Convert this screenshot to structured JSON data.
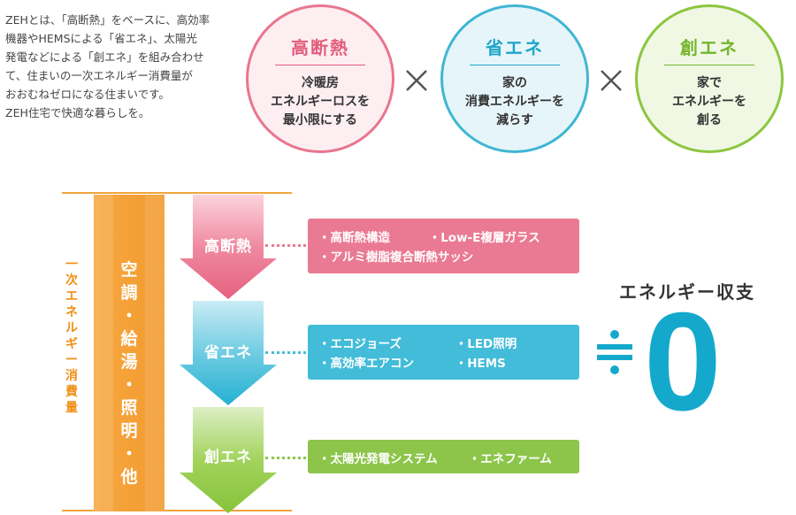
{
  "intro": {
    "lines": [
      "ZEHとは、「高断熱」をベースに、高効率",
      "機器やHEMSによる「省エネ」、太陽光",
      "発電などによる「創エネ」を組み合わせ",
      "て、住まいの一次エネルギー消費量が",
      "おおむねゼロになる住まいです。",
      "ZEH住宅で快適な暮らしを。"
    ]
  },
  "circles": [
    {
      "title": "高断熱",
      "desc": [
        "冷暖房",
        "エネルギーロスを",
        "最小限にする"
      ]
    },
    {
      "title": "省エネ",
      "desc": [
        "家の",
        "消費エネルギーを",
        "減らす"
      ]
    },
    {
      "title": "創エネ",
      "desc": [
        "家で",
        "エネルギーを",
        "創る"
      ]
    }
  ],
  "left_label": "一次エネルギー消費量",
  "left_label_chars": [
    "一",
    "次",
    "エ",
    "ネ",
    "ル",
    "ギ",
    "ー",
    "消",
    "費",
    "量"
  ],
  "orange_bar_lines": [
    "空",
    "調",
    "・",
    "給",
    "湯",
    "・",
    "照",
    "明",
    "・",
    "他"
  ],
  "arrows": [
    {
      "label": "高断熱",
      "items": [
        [
          "・高断熱構造",
          "・Low-E複層ガラス"
        ],
        [
          "・アルミ樹脂複合断熱サッシ"
        ]
      ]
    },
    {
      "label": "省エネ",
      "items": [
        [
          "・エコジョーズ",
          "・LED照明"
        ],
        [
          "・高効率エアコン",
          "・HEMS"
        ]
      ]
    },
    {
      "label": "創エネ",
      "items": [
        [
          "・太陽光発電システム",
          "・エネファーム"
        ]
      ]
    }
  ],
  "result": {
    "label": "エネルギー収支",
    "value": "0"
  },
  "colors": {
    "pink": "#ea7a93",
    "blue": "#42bcd8",
    "green": "#8cc54a",
    "orange": "#f29a2e",
    "zero": "#14a9cc"
  }
}
